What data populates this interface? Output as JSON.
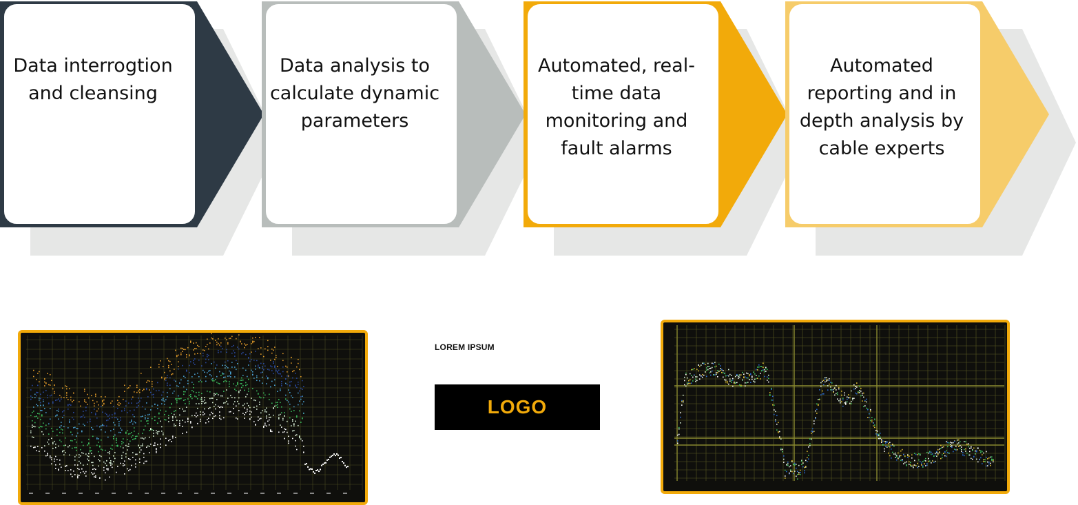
{
  "steps": [
    {
      "label": "Data interrogtion and cleansing",
      "color": "#2e3a45"
    },
    {
      "label": "Data analysis to calculate dynamic parameters",
      "color": "#b8bdbb"
    },
    {
      "label": "Automated, real-time data monitoring and fault alarms",
      "color": "#f2aa0a"
    },
    {
      "label": "Automated reporting and in depth analysis by cable experts",
      "color": "#f6cc6a"
    }
  ],
  "center": {
    "heading": "LOREM IPSUM",
    "logo": "LOGO"
  },
  "colors": {
    "shadow": "#e6e7e6",
    "plot_frame": "#f2aa0a",
    "plot_bg": "#0f0f0c"
  }
}
